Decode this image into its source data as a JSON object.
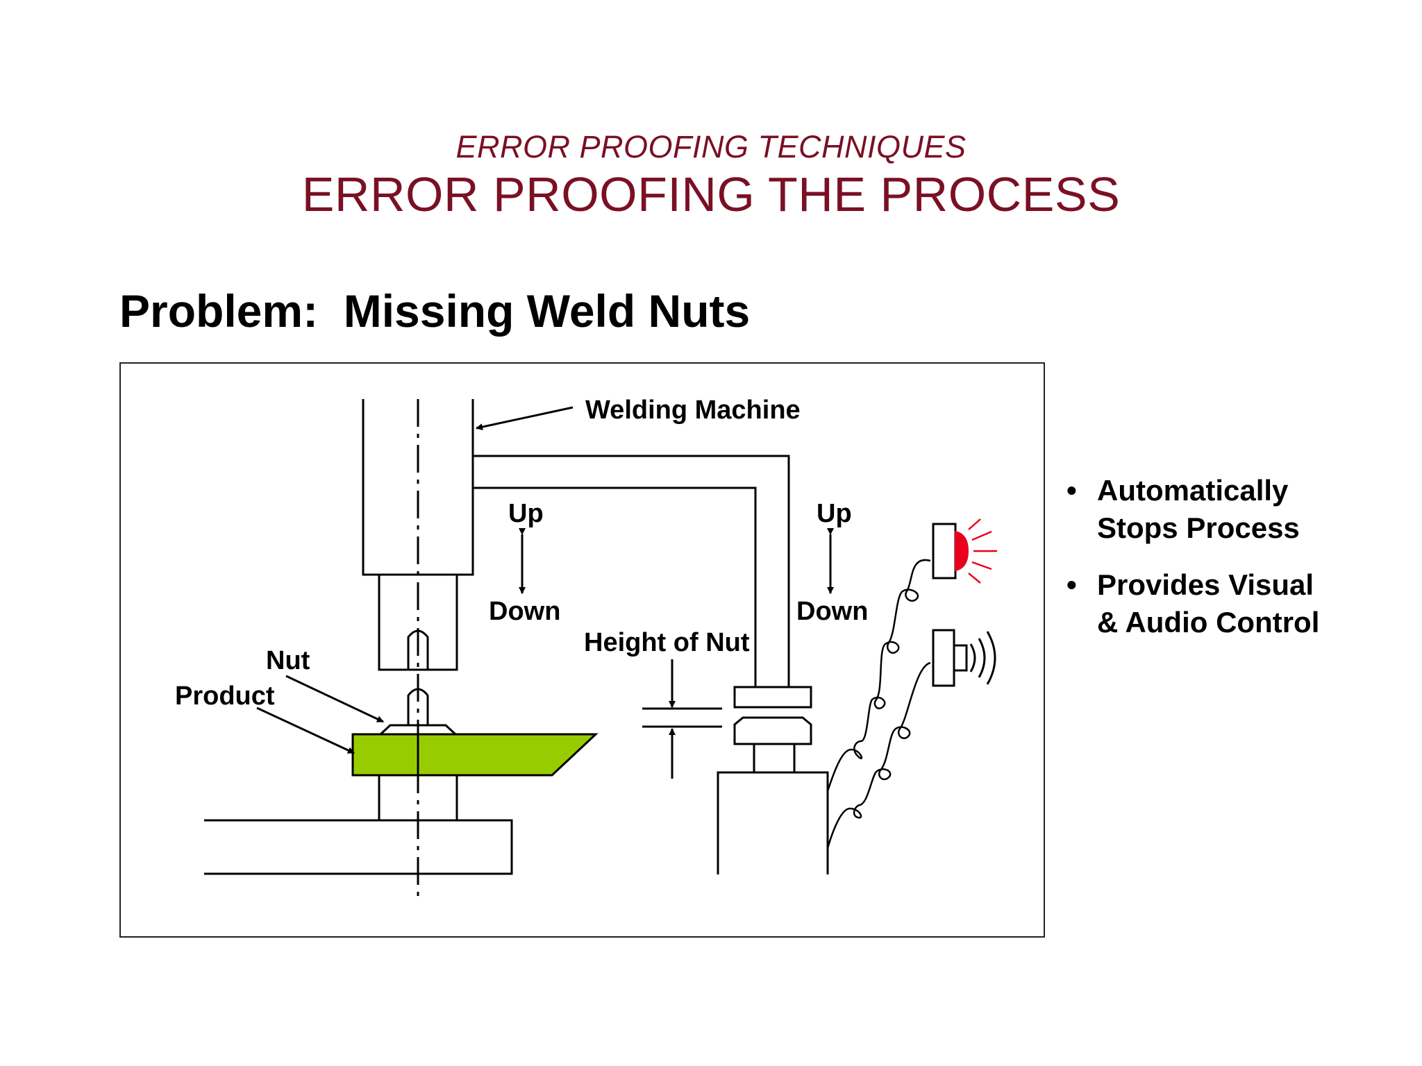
{
  "header": {
    "subtitle": "ERROR PROOFING TECHNIQUES",
    "title": "ERROR PROOFING THE PROCESS"
  },
  "problem": {
    "text": "Problem:  Missing Weld Nuts"
  },
  "diagram": {
    "labels": {
      "welding_machine": "Welding Machine",
      "up_left": "Up",
      "down_left": "Down",
      "up_right": "Up",
      "down_right": "Down",
      "height_of_nut": "Height of Nut",
      "nut": "Nut",
      "product": "Product"
    },
    "colors": {
      "product": "#99cc00",
      "alarm_light": "#e8001c",
      "line": "#000000"
    }
  },
  "bullets": [
    {
      "line1": "Automatically",
      "line2": "Stops Process"
    },
    {
      "line1": "Provides Visual",
      "line2": "& Audio Control"
    }
  ]
}
